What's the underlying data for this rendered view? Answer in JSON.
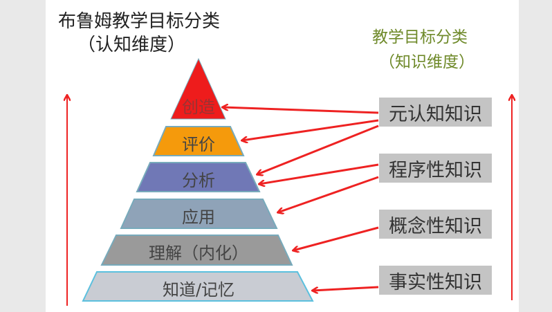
{
  "left_title": {
    "line1": "布鲁姆教学目标分类",
    "line2": "（认知维度）"
  },
  "right_title": {
    "line1": "教学目标分类",
    "line2": "（知识维度）"
  },
  "pyramid": [
    {
      "label": "创造",
      "color": "#ee1c1c"
    },
    {
      "label": "评价",
      "color": "#f59a0c"
    },
    {
      "label": "分析",
      "color": "#7078b6"
    },
    {
      "label": "应用",
      "color": "#8fa3b8"
    },
    {
      "label": "理解（内化）",
      "color": "#9a9a9a"
    },
    {
      "label": "知道/记忆",
      "color": "#c9ccd3"
    }
  ],
  "knowledge": [
    "元认知知识",
    "程序性知识",
    "概念性知识",
    "事实性知识"
  ],
  "arrow_color": "#ee2222"
}
